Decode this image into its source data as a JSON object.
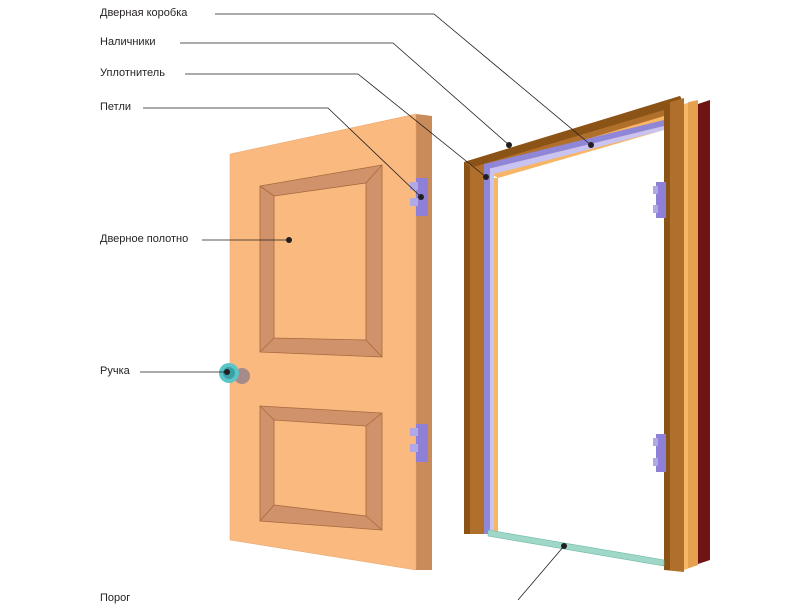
{
  "labels": {
    "frame": "Дверная коробка",
    "casings": "Наличники",
    "seal": "Уплотнитель",
    "hinges": "Петли",
    "door_leaf": "Дверное полотно",
    "handle": "Ручка",
    "threshold": "Порог"
  },
  "colors": {
    "door": "#f9b97f",
    "door_edge": "#c98b5a",
    "panel_bevel": "#d0926a",
    "panel_outline": "#a8693e",
    "frame": "#b06f2b",
    "frame_dark": "#8c5316",
    "frame_inner": "#f7b566",
    "seal": "#8f86d8",
    "seal_light": "#c8c3f0",
    "hinge": "#8d80d6",
    "threshold": "#9fd8c8",
    "handle": "#5cc5c8",
    "casing_dark": "#6e1414",
    "leader": "#231f20"
  }
}
